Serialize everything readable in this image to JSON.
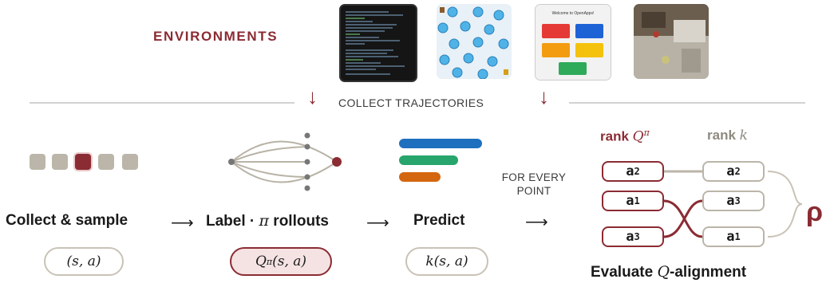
{
  "header": {
    "environments_label": "ENVIRONMENTS",
    "collect_label": "COLLECT TRAJECTORIES",
    "arrow_glyph": "↓"
  },
  "environments": [
    {
      "icon": "terminal-screenshot"
    },
    {
      "icon": "gridworld-screenshot"
    },
    {
      "icon": "webapp-screenshot",
      "text": "Welcome to OpenApps!"
    },
    {
      "icon": "kitchen-3d-screenshot"
    }
  ],
  "steps": {
    "collect": {
      "title": "Collect & sample",
      "pill": "(s, a)"
    },
    "label": {
      "title_prefix": "Label ·",
      "pi": "π",
      "title_suffix": "rollouts",
      "pill_q": "Q",
      "pill_sup": "π",
      "pill_args": "(s, a)"
    },
    "predict": {
      "title": "Predict",
      "pill": "k(s, a)"
    },
    "arrow": "⟶"
  },
  "every_point": {
    "line1": "FOR EVERY",
    "line2": "POINT"
  },
  "ranking": {
    "left_header_bold": "rank",
    "left_header_q": "Q",
    "left_header_sup": "π",
    "right_header_bold": "rank",
    "right_header_k": "k",
    "left": [
      {
        "a": "a",
        "sub": "2"
      },
      {
        "a": "a",
        "sub": "1"
      },
      {
        "a": "a",
        "sub": "3"
      }
    ],
    "right": [
      {
        "a": "a",
        "sub": "2"
      },
      {
        "a": "a",
        "sub": "3"
      },
      {
        "a": "a",
        "sub": "1"
      }
    ],
    "rho": "ρ"
  },
  "evaluate": {
    "prefix": "Evaluate",
    "q": "Q",
    "suffix": "-alignment"
  },
  "colors": {
    "accent": "#8b2b33",
    "neutral": "#bbb6a9",
    "blue": "#1f6fbf",
    "green": "#27a56c",
    "orange": "#d4660f"
  }
}
